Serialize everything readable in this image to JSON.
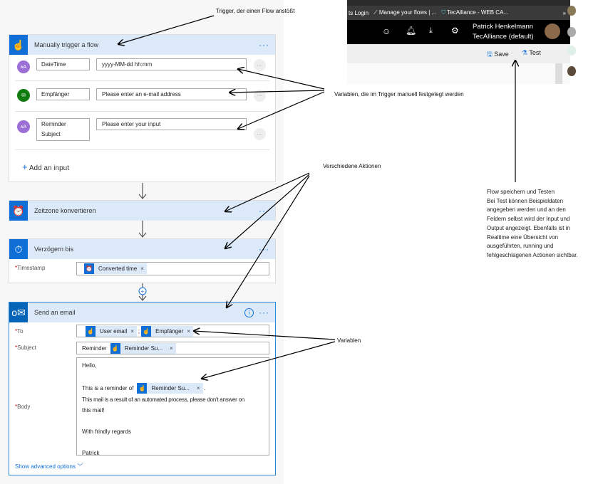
{
  "trigger": {
    "title": "Manually trigger a flow",
    "more": "···",
    "add_input": "Add an input",
    "inputs": [
      {
        "name": "DateTime",
        "placeholder": "yyyy-MM-dd hh:mm",
        "icon": "text-icon",
        "color": "#9b6fd6"
      },
      {
        "name": "Empfänger",
        "placeholder": "Please enter an e-mail address",
        "icon": "email-icon",
        "color": "#107c10"
      },
      {
        "name_line1": "Reminder",
        "name_line2": "Subject",
        "placeholder": "Please enter your input",
        "icon": "text-icon",
        "color": "#9b6fd6"
      }
    ]
  },
  "actions": {
    "zeitzone": {
      "title": "Zeitzone konvertieren",
      "more": "···"
    },
    "verzoegern": {
      "title": "Verzögern bis",
      "more": "···",
      "timestamp_label": "Timestamp",
      "timestamp_token": "Converted time"
    },
    "email": {
      "title": "Send an email",
      "more": "···",
      "to_label": "To",
      "to_tokens": [
        "User email",
        "Empfänger"
      ],
      "subject_label": "Subject",
      "subject_prefix": "Reminder",
      "subject_token": "Reminder Su...",
      "body_label": "Body",
      "body": {
        "l1": "Hello,",
        "l2": "This is a reminder of",
        "token": "Reminder Su...",
        "l3": "This mail is a result of an automated process, please don't answer on",
        "l4": "this mail!",
        "l5": "With frindly regards",
        "l6": "Patrick"
      },
      "advanced": "Show advanced options"
    }
  },
  "inset": {
    "tabs": [
      "ts Login",
      "Manage your flows | ...",
      "TecAlliance - WEB CA..."
    ],
    "user_name": "Patrick Henkelmann",
    "tenant": "TecAlliance (default)",
    "save": "Save",
    "test": "Test"
  },
  "annotations": {
    "trigger": "Trigger, der einen Flow anstößt",
    "variables_trigger": "Variablen, die im Trigger manuell festgelegt werden",
    "actions": "Verschiedene Aktionen",
    "variables": "Variablen",
    "flow": [
      "Flow speichern und Testen",
      "Bei Test können Beispieldaten",
      "angegeben werden und an den",
      "Feldern selbst wird der Input und",
      "Output angezeigt. Ebenfalls ist in",
      "Realtime eine Übersicht von",
      "ausgeführten, running und",
      "fehlgeschlagenen Actionen sichtbar."
    ]
  },
  "colors": {
    "accent": "#0f6fd7",
    "header_bg": "#dbe9f9",
    "required": "#c00000"
  }
}
